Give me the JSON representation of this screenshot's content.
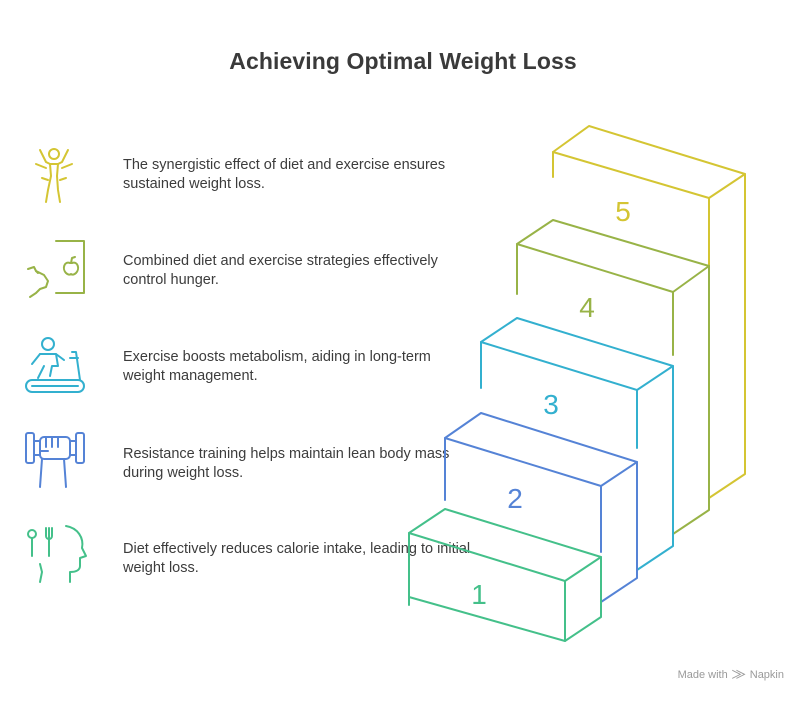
{
  "title": "Achieving Optimal Weight Loss",
  "colors": {
    "step5": "#d4c533",
    "step4": "#98b347",
    "step3": "#33b0cf",
    "step2": "#5583d6",
    "step1": "#44c08a"
  },
  "items": [
    {
      "icon": "celebrating-person-icon",
      "color": "#d4c533",
      "text": "The synergistic effect of diet and exercise ensures sustained weight loss."
    },
    {
      "icon": "hunger-apple-icon",
      "color": "#98b347",
      "text": "Combined diet and exercise strategies effectively control hunger."
    },
    {
      "icon": "treadmill-icon",
      "color": "#33b0cf",
      "text": "Exercise boosts metabolism, aiding in long-term weight management."
    },
    {
      "icon": "dumbbell-hand-icon",
      "color": "#5583d6",
      "text": "Resistance training helps maintain lean body mass during weight loss."
    },
    {
      "icon": "diet-head-icon",
      "color": "#44c08a",
      "text": "Diet effectively reduces calorie intake, leading to initial weight loss."
    }
  ],
  "steps": [
    {
      "label": "1",
      "color": "#44c08a"
    },
    {
      "label": "2",
      "color": "#5583d6"
    },
    {
      "label": "3",
      "color": "#33b0cf"
    },
    {
      "label": "4",
      "color": "#98b347"
    },
    {
      "label": "5",
      "color": "#d4c533"
    }
  ],
  "footer": {
    "prefix": "Made with",
    "brand": "Napkin"
  }
}
